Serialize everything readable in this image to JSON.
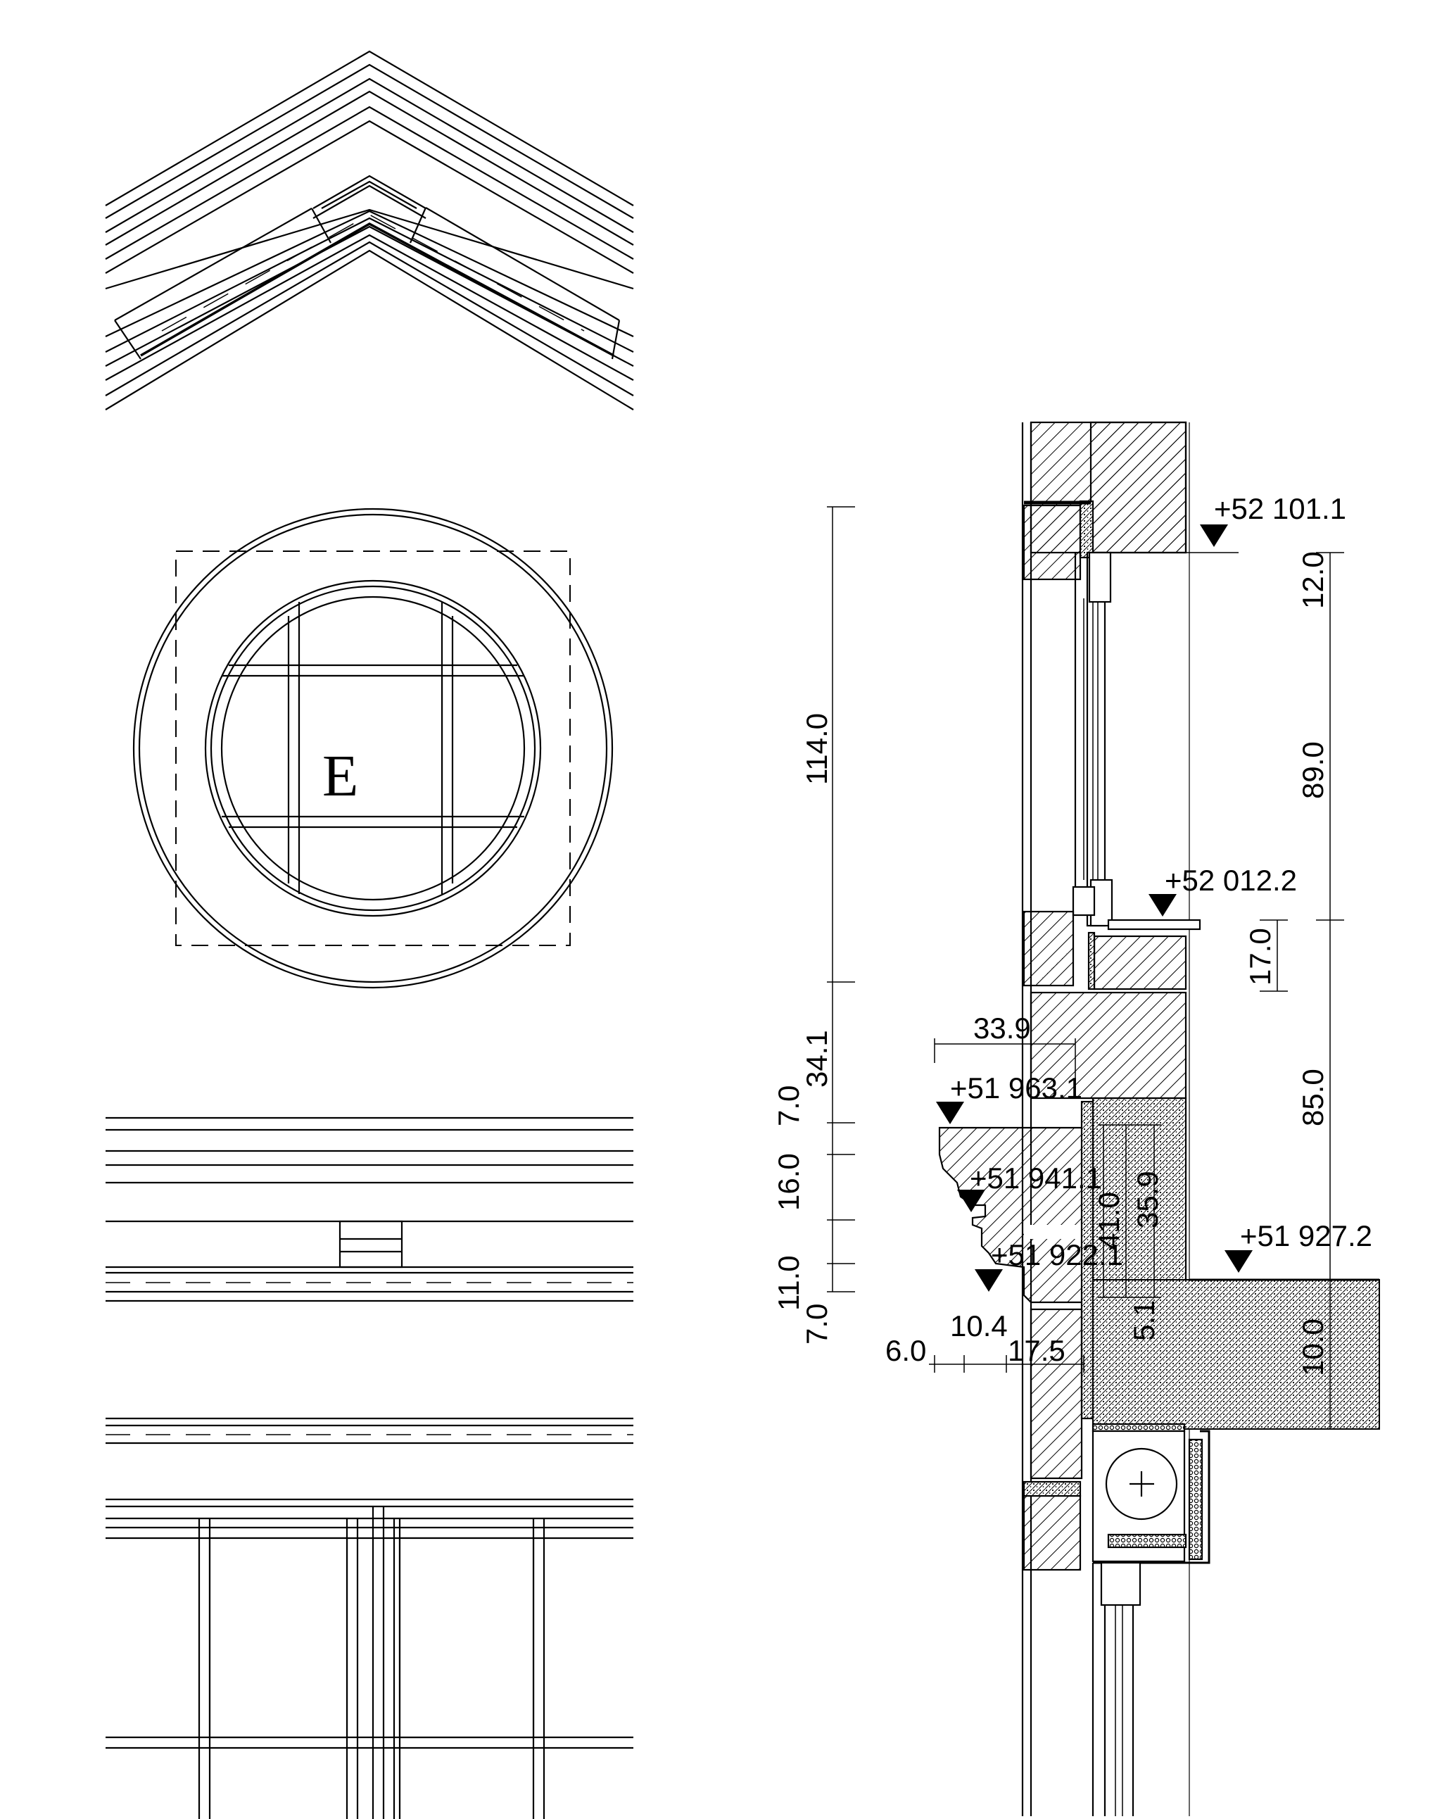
{
  "drawing": {
    "window_label": "E",
    "levels": {
      "l1": "+52 101.1",
      "l2": "+52 012.2",
      "l3": "+51 963.1",
      "l4": "+51 941.1",
      "l5": "+51 922.1",
      "l6": "+51 927.2"
    },
    "dimensions": {
      "d114": "114.0",
      "d12": "12.0",
      "d89": "89.0",
      "d17": "17.0",
      "d85": "85.0",
      "d10": "10.0",
      "d341": "34.1",
      "d70a": "7.0",
      "d160": "16.0",
      "d110": "11.0",
      "d70b": "7.0",
      "d339": "33.9",
      "d410": "41.0",
      "d359": "35.9",
      "d51": "5.1",
      "d104": "10.4",
      "d60": "6.0",
      "d175": "17.5"
    }
  }
}
